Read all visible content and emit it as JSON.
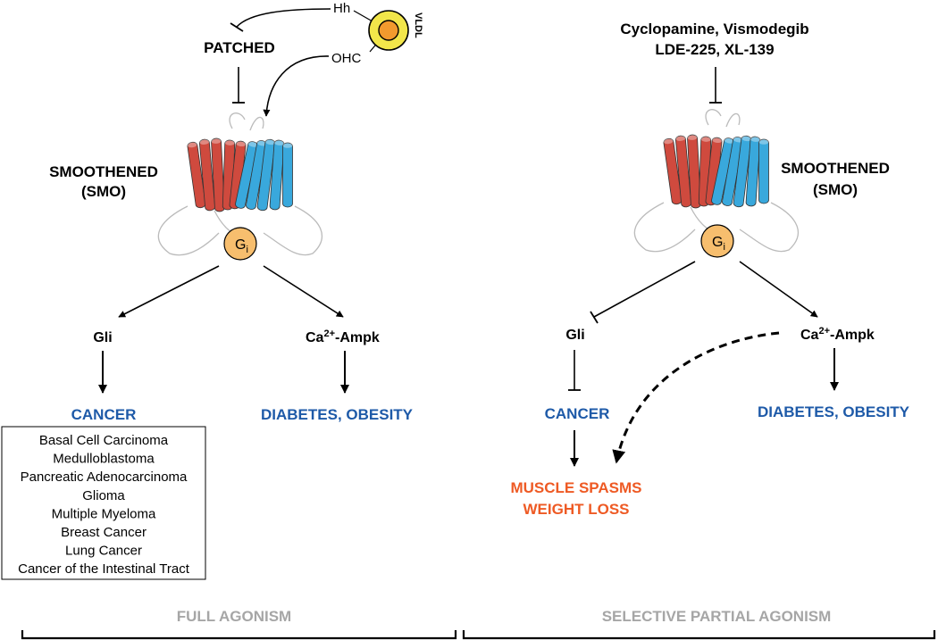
{
  "colors": {
    "blue_text": "#1e5aa8",
    "orange_text": "#ee5a24",
    "grey_text": "#a6a6a6",
    "helix_red": "#cf4a3e",
    "helix_blue": "#39a8dc",
    "gi_fill": "#f7be6e",
    "vldl_outer": "#f2e64a",
    "vldl_inner": "#f29a2e"
  },
  "left_panel": {
    "hh_label": "Hh",
    "vldl_label": "VLDL",
    "ohc_label": "OHC",
    "patched_label": "PATCHED",
    "smo_line1": "SMOOTHENED",
    "smo_line2": "(SMO)",
    "gi_main": "G",
    "gi_sub": "i",
    "gli_label": "Gli",
    "ca_main": "Ca",
    "ca_sup": "2+",
    "ca_rest": "-Ampk",
    "cancer_label": "CANCER",
    "diabetes_label": "DIABETES, OBESITY",
    "cancer_list": [
      "Basal Cell Carcinoma",
      "Medulloblastoma",
      "Pancreatic Adenocarcinoma",
      "Glioma",
      "Multiple Myeloma",
      "Breast Cancer",
      "Lung Cancer",
      "Cancer of the Intestinal Tract"
    ],
    "footer_label": "FULL AGONISM"
  },
  "right_panel": {
    "drugs_line1": "Cyclopamine, Vismodegib",
    "drugs_line2": "LDE-225, XL-139",
    "smo_line1": "SMOOTHENED",
    "smo_line2": "(SMO)",
    "gi_main": "G",
    "gi_sub": "i",
    "gli_label": "Gli",
    "ca_main": "Ca",
    "ca_sup": "2+",
    "ca_rest": "-Ampk",
    "cancer_label": "CANCER",
    "diabetes_label": "DIABETES, OBESITY",
    "side_effect_line1": "MUSCLE SPASMS",
    "side_effect_line2": "WEIGHT LOSS",
    "footer_label": "SELECTIVE PARTIAL AGONISM"
  }
}
